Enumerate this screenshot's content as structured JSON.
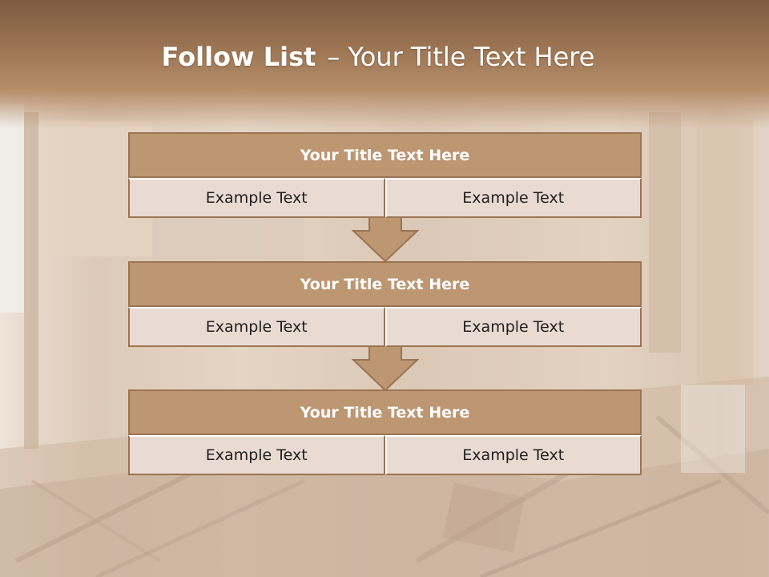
{
  "slide": {
    "title_strong": "Follow List",
    "title_dash": "–",
    "title_rest": "Your Title Text Here"
  },
  "steps": [
    {
      "title": "Your Title Text Here",
      "left": "Example Text",
      "right": "Example Text"
    },
    {
      "title": "Your Title Text Here",
      "left": "Example Text",
      "right": "Example Text"
    },
    {
      "title": "Your Title Text Here",
      "left": "Example Text",
      "right": "Example Text"
    }
  ],
  "colors": {
    "header": "#8d6a4b",
    "box_title": "#bd9672",
    "box_cell": "#eadbd2",
    "border": "#9a7453"
  }
}
